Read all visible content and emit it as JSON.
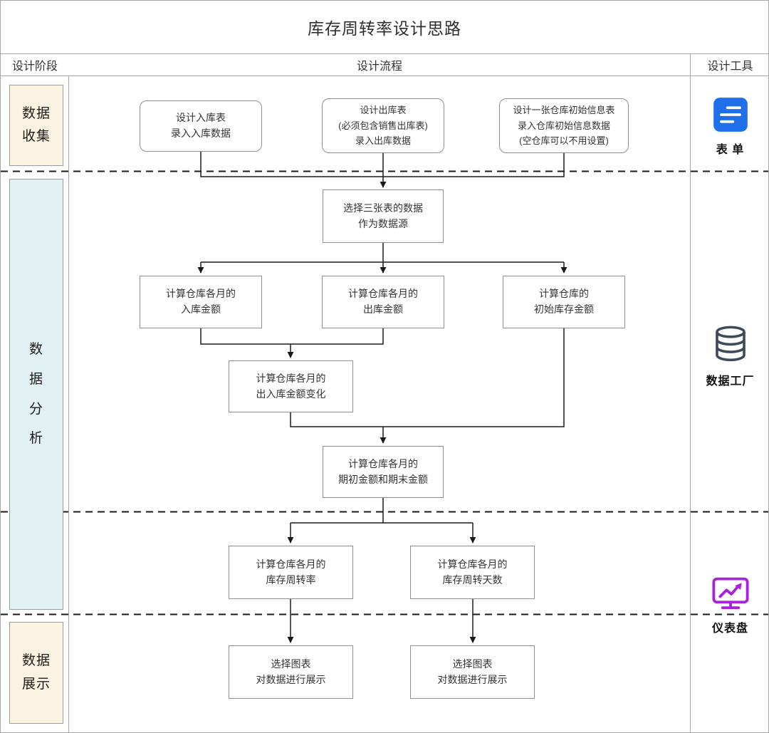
{
  "title": "库存周转率设计思路",
  "lanes": {
    "phase_header": "设计阶段",
    "process_header": "设计流程",
    "tools_header": "设计工具"
  },
  "phases": {
    "collect": "数据\n收集",
    "analyze": "数\n据\n分\n析",
    "display": "数据\n展示"
  },
  "nodes": {
    "design_inbound": "设计入库表\n录入入库数据",
    "design_outbound": "设计出库表\n(必须包含销售出库表)\n录入出库数据",
    "design_initial": "设计一张仓库初始信息表\n录入仓库初始信息数据\n(空仓库可以不用设置)",
    "select_source": "选择三张表的数据\n作为数据源",
    "calc_inbound": "计算仓库各月的\n入库金额",
    "calc_outbound": "计算仓库各月的\n出库金额",
    "calc_initial": "计算仓库的\n初始库存金额",
    "calc_change": "计算仓库各月的\n出入库金额变化",
    "calc_period": "计算仓库各月的\n期初金额和期末金额",
    "calc_rate": "计算仓库各月的\n库存周转率",
    "calc_days": "计算仓库各月的\n库存周转天数",
    "chart_left": "选择图表\n对数据进行展示",
    "chart_right": "选择图表\n对数据进行展示"
  },
  "tools": {
    "form": {
      "label": "表 单",
      "color": "#1f6fe8"
    },
    "factory": {
      "label": "数据工厂",
      "color": "#3d4a59"
    },
    "dashboard": {
      "label": "仪表盘",
      "color": "#a822dd"
    }
  },
  "colors": {
    "phase_collect_bg": "#faf3e1",
    "phase_analyze_bg": "#e2f2f4",
    "phase_display_bg": "#faf3e1",
    "connector": "#1a1a1a",
    "box_border": "#8f8f8f"
  }
}
